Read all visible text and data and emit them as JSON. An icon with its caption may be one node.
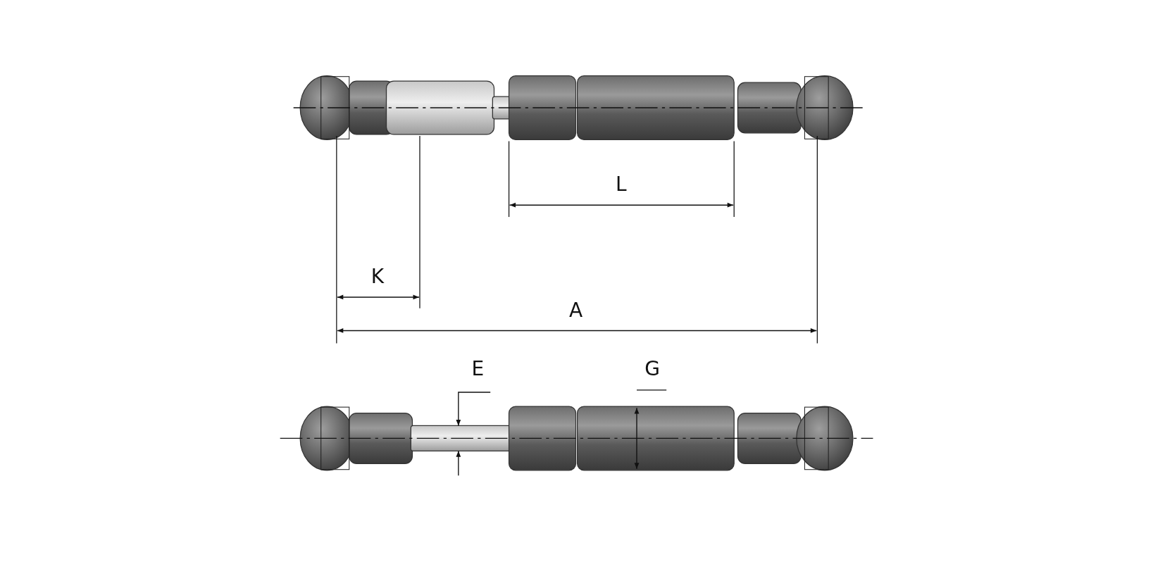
{
  "diagram": {
    "labels": [
      "L",
      "K",
      "A",
      "E",
      "G"
    ]
  }
}
